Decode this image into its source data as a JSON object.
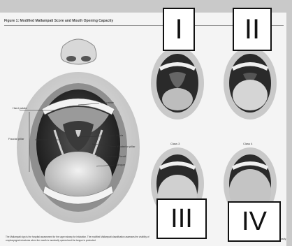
{
  "figure_title": "Figure 1: Modified Mallampati Score and Mouth Opening Capacity",
  "anatomy_labels": {
    "soft_palate": "Soft palate",
    "hard_palate": "Hard palate",
    "uvula": "Uvula",
    "faucial_pillar": "Faucial pillar",
    "posterior_pillar": "Posterior pillar",
    "tonsil": "Tonsil",
    "tongue": "Tongue"
  },
  "class_labels": {
    "c1": "I",
    "c2": "II",
    "c3": "III",
    "c4": "IV"
  },
  "small_labels": {
    "class3": "Class 3",
    "class4": "Class 4"
  },
  "caption": "The Mallampati sign is the hospital assessment for the upper airway for intubation. The modified Mallampati classification assesses the visibility of oropharyngeal structures when the mouth is maximally opened and the tongue is protruded.",
  "caption_right": "Image adapted; view of the oral cavity."
}
